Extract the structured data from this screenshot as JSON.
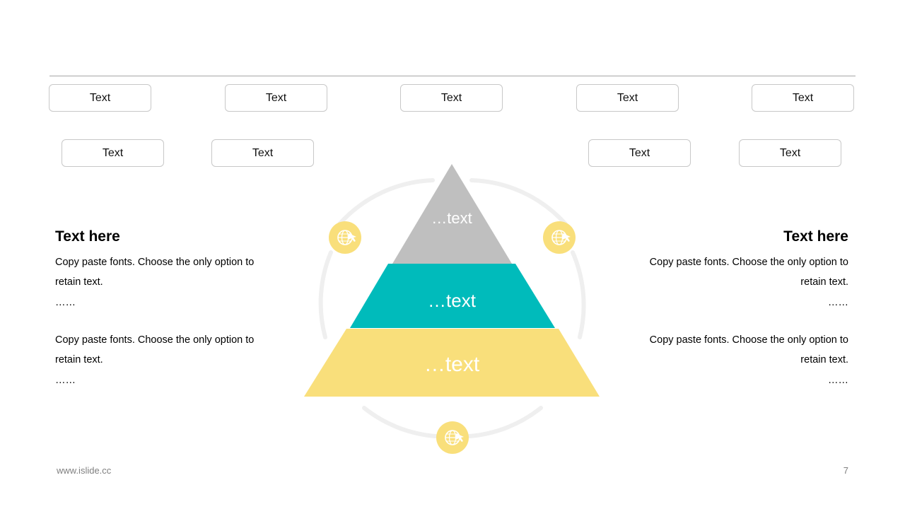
{
  "tags_row1": [
    "Text",
    "Text",
    "Text",
    "Text",
    "Text"
  ],
  "tags_row2": [
    "Text",
    "Text",
    "Text",
    "Text"
  ],
  "left_block": {
    "title": "Text here",
    "items": [
      {
        "text": "Copy paste fonts. Choose the only option to retain text.",
        "dots": "……"
      },
      {
        "text": "Copy paste fonts. Choose the only option to retain text.",
        "dots": "……"
      }
    ]
  },
  "right_block": {
    "title": "Text here",
    "items": [
      {
        "text": "Copy paste fonts. Choose the only option to retain text.",
        "dots": "……"
      },
      {
        "text": "Copy paste fonts. Choose the only option to retain text.",
        "dots": "……"
      }
    ]
  },
  "pyramid": {
    "tiers": [
      {
        "label": "…text",
        "color": "#bfbfbf"
      },
      {
        "label": "…text",
        "color": "#00bbbb"
      },
      {
        "label": "…text",
        "color": "#f9df7b"
      }
    ],
    "ring_color": "#efefef",
    "icon_color": "#f9df7b",
    "icons": [
      "globe-plane-icon",
      "globe-plane-icon",
      "globe-plane-icon"
    ]
  },
  "footer": {
    "url": "www.islide.cc",
    "page": "7"
  }
}
